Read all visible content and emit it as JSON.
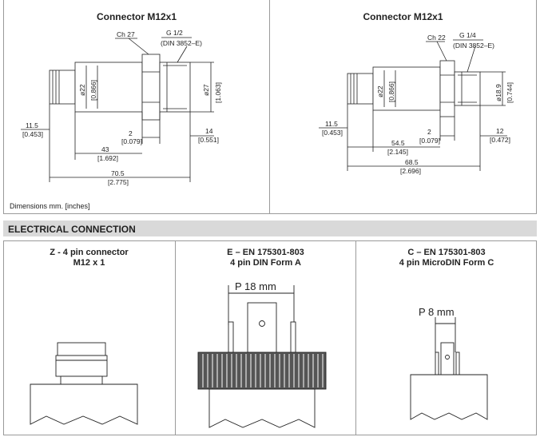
{
  "top_left": {
    "title": "Connector M12x1",
    "ch": "Ch 27",
    "thread": "G 1/2",
    "thread_std": "(DIN 3852–E)",
    "dia_body": "ø22",
    "dia_body_in": "[0.866]",
    "dia_port": "ø27",
    "dia_port_in": "[1.063]",
    "d1": "11.5",
    "d1_in": "[0.453]",
    "d2": "2",
    "d2_in": "[0.079]",
    "d3": "14",
    "d3_in": "[0.551]",
    "d4": "43",
    "d4_in": "[1.692]",
    "d5": "70.5",
    "d5_in": "[2.775]",
    "caption": "Dimensions  mm. [inches]"
  },
  "top_right": {
    "title": "Connector M12x1",
    "ch": "Ch 22",
    "thread": "G 1/4",
    "thread_std": "(DIN 3852–E)",
    "dia_body": "ø22",
    "dia_body_in": "[0.866]",
    "dia_port": "ø18.9",
    "dia_port_in": "[0.744]",
    "d1": "11.5",
    "d1_in": "[0.453]",
    "d2": "2",
    "d2_in": "[0.079]",
    "d3": "12",
    "d3_in": "[0.472]",
    "d4": "54.5",
    "d4_in": "[2.145]",
    "d5": "68.5",
    "d5_in": "[2.696]"
  },
  "section": {
    "title": "ELECTRICAL CONNECTION"
  },
  "panels": [
    {
      "line1": "Z - 4 pin connector",
      "line2": "M12 x 1"
    },
    {
      "line1": "E – EN 175301-803",
      "line2": "4 pin DIN Form A",
      "pitch": "P 18 mm"
    },
    {
      "line1": "C – EN 175301-803",
      "line2": "4 pin MicroDIN Form C",
      "pitch": "P 8 mm"
    }
  ]
}
